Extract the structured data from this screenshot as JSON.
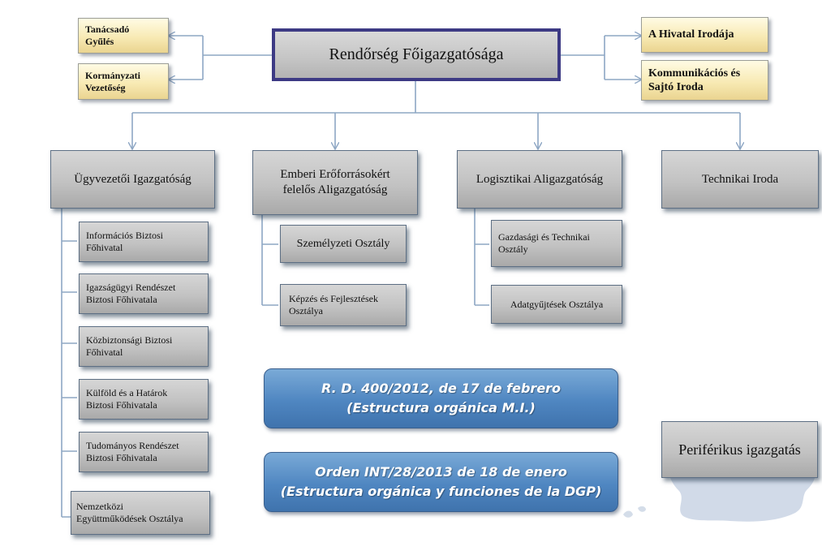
{
  "top": {
    "title": "Rendőrség Főigazgatósága"
  },
  "left_boxes": [
    "Tanácsadó\nGyűlés",
    "Kormányzati\nVezetőség"
  ],
  "right_boxes": [
    "A Hivatal Irodája",
    "Kommunikációs és\nSajtó Iroda"
  ],
  "level1": [
    "Ügyvezetői Igazgatóság",
    "Emberi Erőforrásokért\nfelelős Aligazgatóság",
    "Logisztikai Aligazgatóság",
    "Technikai Iroda"
  ],
  "ugyvezetoi_children": [
    "Információs Biztosi\nFőhivatal",
    "Igazságügyi Rendészet\nBiztosi Főhivatala",
    "Közbiztonsági Biztosi\nFőhivatal",
    "Külföld és a Határok\nBiztosi Főhivatala",
    "Tudományos Rendészet\nBiztosi Főhivatala",
    "Nemzetközi\nEgyüttműködések Osztálya"
  ],
  "emberi_children": [
    "Személyzeti Osztály",
    "Képzés és Fejlesztések\nOsztálya"
  ],
  "logisztikai_children": [
    "Gazdasági és Technikai\nOsztály",
    "Adatgyűjtések Osztálya"
  ],
  "regulations": [
    "R. D. 400/2012, de 17 de febrero\n(Estructura orgánica M.I.)",
    "Orden INT/28/2013 de 18 de enero\n(Estructura orgánica y funciones de la DGP)"
  ],
  "peripheral": "Periférikus igazgatás",
  "colors": {
    "connector": "#8ea7c4",
    "main_border": "#3d3a84",
    "regulation_fill": "#4f86c1"
  }
}
